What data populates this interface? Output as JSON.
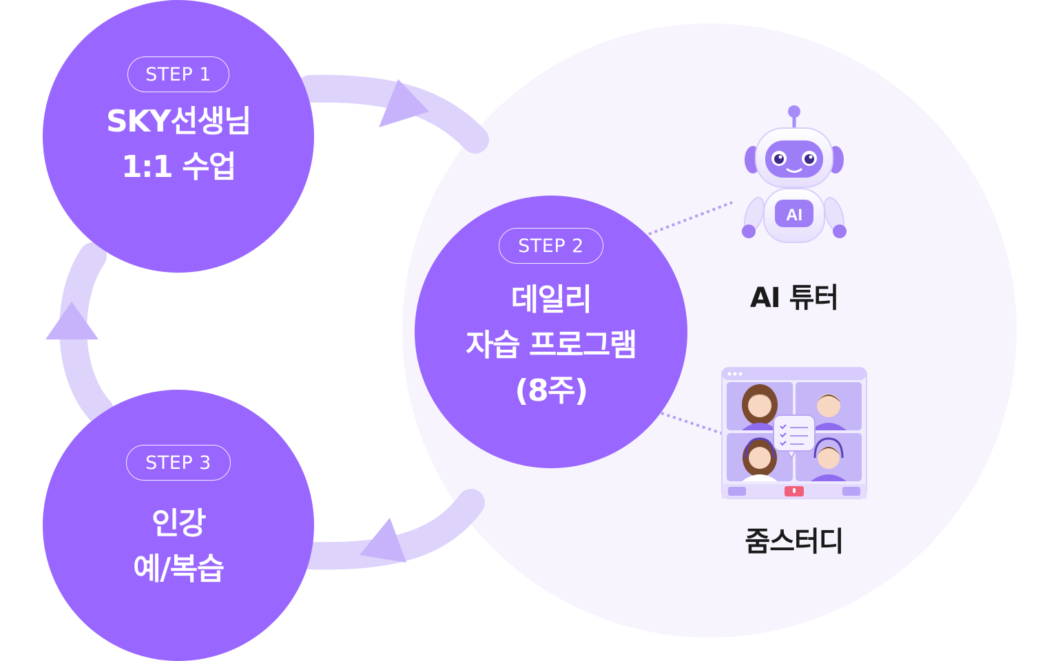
{
  "steps": [
    {
      "badge": "STEP 1",
      "title_line1": "SKY선생님",
      "title_line2": "1:1 수업"
    },
    {
      "badge": "STEP 2",
      "title_line1": "데일리",
      "title_line2": "자습 프로그램",
      "title_line3": "(8주)"
    },
    {
      "badge": "STEP 3",
      "title_line1": "인강",
      "title_line2": "예/복습"
    }
  ],
  "tools": {
    "ai_tutor": {
      "label": "AI 튜터",
      "badge_text": "AI",
      "icon": "robot-icon"
    },
    "zoom_study": {
      "label": "줌스터디",
      "icon": "video-call-icon"
    }
  },
  "colors": {
    "step_circle": "#9966ff",
    "cycle_arc": "#ddd3fb",
    "arrow_head": "#c7b3fb",
    "big_circle": "#f7f4fe",
    "connector": "#b69cf5"
  }
}
